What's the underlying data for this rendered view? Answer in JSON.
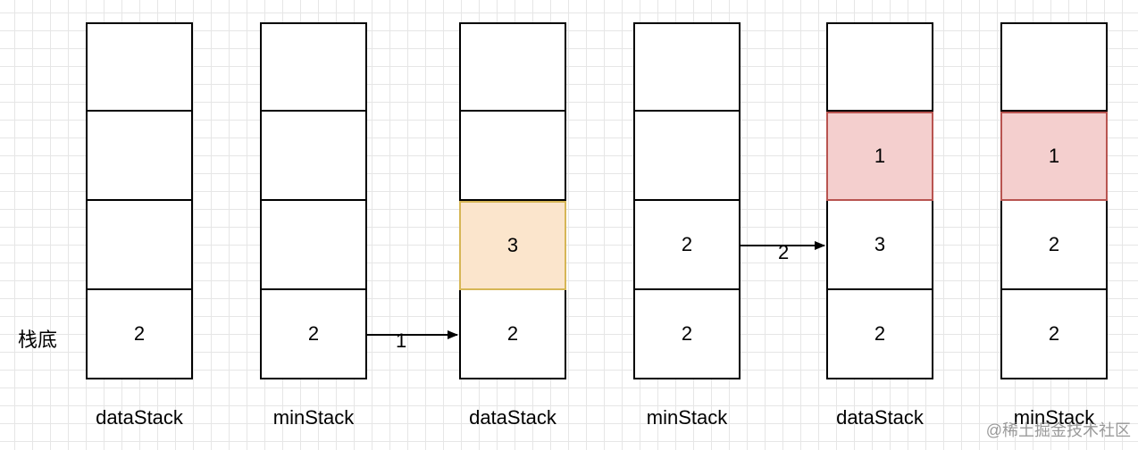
{
  "bottom_label": "栈底",
  "stacks": [
    {
      "label": "dataStack",
      "cells": [
        "",
        "",
        "",
        "2"
      ]
    },
    {
      "label": "minStack",
      "cells": [
        "",
        "",
        "",
        "2"
      ]
    },
    {
      "label": "dataStack",
      "cells": [
        "",
        "",
        "3",
        "2"
      ]
    },
    {
      "label": "minStack",
      "cells": [
        "",
        "",
        "2",
        "2"
      ]
    },
    {
      "label": "dataStack",
      "cells": [
        "",
        "1",
        "3",
        "2"
      ]
    },
    {
      "label": "minStack",
      "cells": [
        "",
        "1",
        "2",
        "2"
      ]
    }
  ],
  "arrows": [
    {
      "label": "1"
    },
    {
      "label": "2"
    }
  ],
  "highlight_colors": {
    "orange_fill": "#fbe5cc",
    "orange_border": "#d6b656",
    "red_fill": "#f4cfce",
    "red_border": "#b85450"
  },
  "watermark": "@稀土掘金技术社区"
}
